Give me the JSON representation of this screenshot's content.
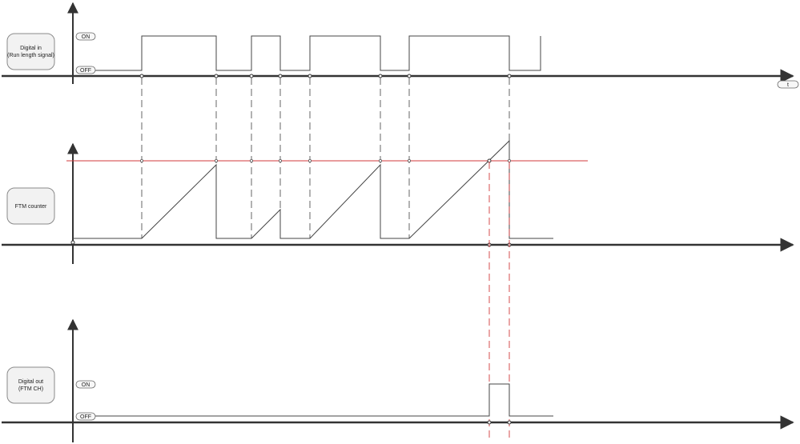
{
  "panels": {
    "digital_in": {
      "label_line1": "Digital in",
      "label_line2": "(Run length signal)",
      "on_label": "ON",
      "off_label": "OFF",
      "time_label": "t"
    },
    "ftm_counter": {
      "label": "FTM counter"
    },
    "digital_out": {
      "label_line1": "Digital out",
      "label_line2": "(FTM CH)",
      "on_label": "ON",
      "off_label": "OFF"
    }
  },
  "colors": {
    "axis": "#333333",
    "signal": "#444444",
    "guide_dashed": "#555555",
    "threshold_red": "#d0393b",
    "box_border": "#8a8a8a",
    "box_fill": "#f2f2f2"
  }
}
